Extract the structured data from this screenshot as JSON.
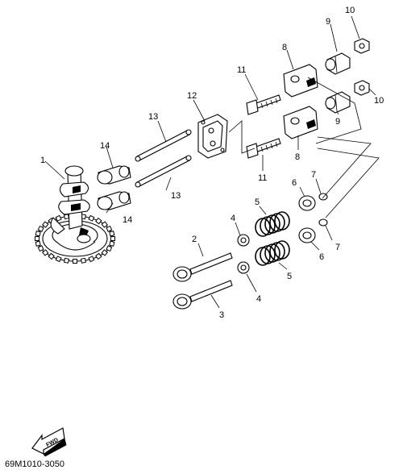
{
  "diagram": {
    "callouts": {
      "c1": "1",
      "c2": "2",
      "c3": "3",
      "c4a": "4",
      "c4b": "4",
      "c5a": "5",
      "c5b": "5",
      "c6a": "6",
      "c6b": "6",
      "c7a": "7",
      "c7b": "7",
      "c8a": "8",
      "c8b": "8",
      "c9a": "9",
      "c9b": "9",
      "c10a": "10",
      "c10b": "10",
      "c11a": "11",
      "c11b": "11",
      "c12": "12",
      "c13a": "13",
      "c13b": "13",
      "c14a": "14",
      "c14b": "14"
    },
    "fwd_label": "FWD",
    "drawing_code": "69M1010-3050"
  }
}
